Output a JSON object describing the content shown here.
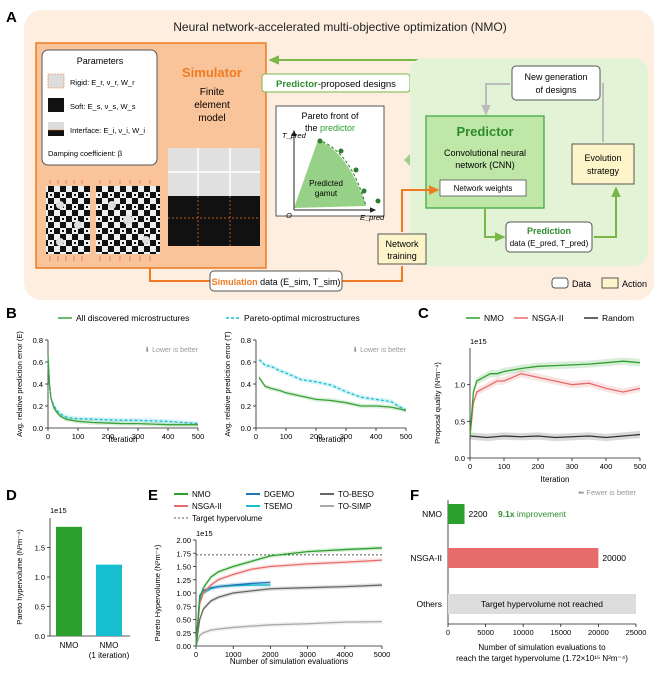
{
  "panelA": {
    "letter": "A",
    "title": "Neural network-accelerated multi-objective optimization (NMO)",
    "params_title": "Parameters",
    "rigid": "Rigid: E_r, ν_r, W_r",
    "soft": "Soft: E_s, ν_s, W_s",
    "interface": "Interface: E_i, ν_i, W_i",
    "damping": "Damping coefficient: β",
    "simulator_title": "Simulator",
    "simulator_sub1": "Finite",
    "simulator_sub2": "element",
    "simulator_sub3": "model",
    "predictor_proposed_a": "Predictor",
    "predictor_proposed_b": "-proposed designs",
    "pareto_l1": "Pareto front of",
    "pareto_l2a": "the ",
    "pareto_l2b": "predictor",
    "t_pred": "T_pred",
    "e_pred": "E_pred",
    "origin": "O",
    "gamut_l1": "Predicted",
    "gamut_l2": "gamut",
    "new_gen_l1": "New generation",
    "new_gen_l2": "of designs",
    "predictor_title": "Predictor",
    "cnn_l1": "Convolutional neural",
    "cnn_l2": "network (CNN)",
    "network_weights": "Network weights",
    "evolution_l1": "Evolution",
    "evolution_l2": "strategy",
    "prediction_l1": "Prediction",
    "prediction_l2": "data (E_pred, T_pred)",
    "network_training_l1": "Network",
    "network_training_l2": "training",
    "simulation_a": "Simulation",
    "simulation_b": " data (E_sim, T_sim)",
    "legend_data": "Data",
    "legend_action": "Action"
  },
  "panelB": {
    "letter": "B",
    "legend_all": "All discovered microstructures",
    "legend_pareto": "Pareto-optimal microstructures",
    "lower_better": "Lower is better",
    "left_ylabel": "Avg. relative prediction error (E)",
    "right_ylabel": "Avg. relative prediction error (T)",
    "xlabel": "Iteration"
  },
  "panelC": {
    "letter": "C",
    "legend": [
      "NMO",
      "NSGA-II",
      "Random"
    ],
    "exponent": "1e15",
    "ylabel": "Proposal quality (N²m⁻⁴)",
    "xlabel": "Iteration"
  },
  "panelD": {
    "letter": "D",
    "exponent": "1e15",
    "ylabel": "Pareto hypervolume (N²m⁻⁴)",
    "label1": "NMO",
    "label2a": "NMO",
    "label2b": "(1 iteration)"
  },
  "panelE": {
    "letter": "E",
    "legend": [
      "NMO",
      "NSGA-II",
      "DGEMO",
      "TSEMO",
      "TO-BESO",
      "TO-SIMP",
      "Target hypervolume"
    ],
    "exponent": "1e15",
    "ylabel": "Pareto Hypervolume (N²m⁻⁴)",
    "xlabel": "Number of simulation evaluations"
  },
  "panelF": {
    "letter": "F",
    "fewer_better": "Fewer is better",
    "improvement_a": "9.1x",
    "improvement_b": " improvement",
    "xlabel_l1": "Number of simulation evaluations to",
    "xlabel_l2": "reach the target hypervolume (1.72×10¹⁵ N²m⁻⁴)",
    "not_reached": "Target hypervolume not reached"
  },
  "colors": {
    "nmo": "#2ca02c",
    "nsga": "#e86b6b",
    "random": "#333333",
    "dgemo": "#1f77b4",
    "tsemo": "#17becf",
    "tobeso": "#666666",
    "tosimp": "#aaaaaa",
    "cyan": "#17becf",
    "green": "#3aa23a",
    "orange": "#ee7b22"
  },
  "chart_data": [
    {
      "id": "B-left",
      "type": "line",
      "xlabel": "Iteration",
      "ylabel": "Avg. relative prediction error (E)",
      "xlim": [
        0,
        500
      ],
      "ylim": [
        0,
        0.8
      ],
      "xticks": [
        0,
        100,
        200,
        300,
        400,
        500
      ],
      "yticks": [
        0.0,
        0.2,
        0.4,
        0.6,
        0.8
      ],
      "annotation": "Lower is better",
      "series": [
        {
          "name": "All discovered microstructures",
          "style": "solid",
          "x": [
            0,
            5,
            10,
            20,
            30,
            40,
            60,
            80,
            100,
            150,
            200,
            250,
            300,
            350,
            400,
            450,
            500
          ],
          "y": [
            0.66,
            0.4,
            0.27,
            0.18,
            0.14,
            0.11,
            0.08,
            0.07,
            0.06,
            0.05,
            0.045,
            0.04,
            0.04,
            0.035,
            0.03,
            0.03,
            0.03
          ]
        },
        {
          "name": "Pareto-optimal microstructures",
          "style": "dashed",
          "x": [
            0,
            5,
            10,
            20,
            30,
            40,
            60,
            80,
            100,
            150,
            200,
            250,
            300,
            350,
            400,
            450,
            500
          ],
          "y": [
            0.6,
            0.38,
            0.27,
            0.2,
            0.16,
            0.13,
            0.1,
            0.09,
            0.085,
            0.08,
            0.075,
            0.07,
            0.07,
            0.065,
            0.06,
            0.05,
            0.04
          ]
        }
      ]
    },
    {
      "id": "B-right",
      "type": "line",
      "xlabel": "Iteration",
      "ylabel": "Avg. relative prediction error (T)",
      "xlim": [
        0,
        500
      ],
      "ylim": [
        0,
        0.8
      ],
      "xticks": [
        0,
        100,
        200,
        300,
        400,
        500
      ],
      "yticks": [
        0.0,
        0.2,
        0.4,
        0.6,
        0.8
      ],
      "annotation": "Lower is better",
      "series": [
        {
          "name": "All discovered microstructures",
          "style": "solid",
          "x": [
            10,
            20,
            30,
            50,
            80,
            100,
            150,
            200,
            250,
            300,
            350,
            400,
            450,
            500
          ],
          "y": [
            0.46,
            0.42,
            0.38,
            0.36,
            0.34,
            0.32,
            0.29,
            0.26,
            0.25,
            0.23,
            0.2,
            0.2,
            0.19,
            0.16
          ]
        },
        {
          "name": "Pareto-optimal microstructures",
          "style": "dashed",
          "x": [
            10,
            20,
            30,
            50,
            80,
            100,
            150,
            200,
            250,
            300,
            350,
            400,
            450,
            500
          ],
          "y": [
            0.62,
            0.6,
            0.57,
            0.56,
            0.52,
            0.5,
            0.44,
            0.42,
            0.39,
            0.33,
            0.28,
            0.26,
            0.24,
            0.16
          ]
        }
      ]
    },
    {
      "id": "C",
      "type": "line",
      "xlabel": "Iteration",
      "ylabel": "Proposal quality (N²m⁻⁴)",
      "ylim_scale": "1e15",
      "xlim": [
        0,
        500
      ],
      "ylim": [
        0,
        1.5
      ],
      "xticks": [
        0,
        100,
        200,
        300,
        400,
        500
      ],
      "yticks": [
        0.0,
        0.5,
        1.0
      ],
      "series": [
        {
          "name": "NMO",
          "x": [
            0,
            10,
            20,
            40,
            60,
            80,
            100,
            150,
            200,
            250,
            300,
            350,
            400,
            450,
            500
          ],
          "y": [
            0.3,
            0.9,
            1.05,
            1.1,
            1.15,
            1.15,
            1.18,
            1.22,
            1.25,
            1.26,
            1.27,
            1.28,
            1.3,
            1.32,
            1.3
          ]
        },
        {
          "name": "NSGA-II",
          "x": [
            0,
            10,
            20,
            40,
            60,
            80,
            100,
            150,
            200,
            250,
            300,
            350,
            400,
            450,
            500
          ],
          "y": [
            0.3,
            0.75,
            0.9,
            0.95,
            1.0,
            1.05,
            1.05,
            1.15,
            1.1,
            1.05,
            1.0,
            1.02,
            0.95,
            0.9,
            0.95
          ]
        },
        {
          "name": "Random",
          "x": [
            0,
            50,
            100,
            150,
            200,
            250,
            300,
            350,
            400,
            450,
            500
          ],
          "y": [
            0.3,
            0.28,
            0.3,
            0.29,
            0.3,
            0.28,
            0.29,
            0.3,
            0.28,
            0.3,
            0.32
          ]
        }
      ]
    },
    {
      "id": "D",
      "type": "bar",
      "ylabel": "Pareto hypervolume (N²m⁻⁴)",
      "ylim_scale": "1e15",
      "ylim": [
        0,
        2.0
      ],
      "yticks": [
        0.0,
        0.5,
        1.0,
        1.5
      ],
      "categories": [
        "NMO",
        "NMO (1 iteration)"
      ],
      "values": [
        1.85,
        1.21
      ]
    },
    {
      "id": "E",
      "type": "line",
      "xlabel": "Number of simulation evaluations",
      "ylabel": "Pareto Hypervolume (N²m⁻⁴)",
      "ylim_scale": "1e15",
      "xlim": [
        0,
        5000
      ],
      "ylim": [
        0,
        2.0
      ],
      "xticks": [
        0,
        1000,
        2000,
        3000,
        4000,
        5000
      ],
      "yticks": [
        0.0,
        0.25,
        0.5,
        0.75,
        1.0,
        1.25,
        1.5,
        1.75,
        2.0
      ],
      "target": 1.72,
      "series": [
        {
          "name": "NMO",
          "x": [
            0,
            100,
            200,
            400,
            600,
            1000,
            1500,
            2000,
            3000,
            4000,
            5000
          ],
          "y": [
            0,
            0.9,
            1.1,
            1.3,
            1.4,
            1.5,
            1.6,
            1.7,
            1.78,
            1.82,
            1.85
          ]
        },
        {
          "name": "NSGA-II",
          "x": [
            0,
            100,
            200,
            400,
            600,
            1000,
            1500,
            2000,
            3000,
            4000,
            5000
          ],
          "y": [
            0,
            0.8,
            1.0,
            1.15,
            1.25,
            1.35,
            1.45,
            1.5,
            1.55,
            1.58,
            1.62
          ]
        },
        {
          "name": "DGEMO",
          "x": [
            0,
            100,
            200,
            400,
            600,
            1000,
            1500,
            2000
          ],
          "y": [
            0,
            0.95,
            1.05,
            1.1,
            1.12,
            1.15,
            1.18,
            1.2
          ]
        },
        {
          "name": "TSEMO",
          "x": [
            0,
            100,
            200,
            400,
            600,
            1000,
            1500,
            2000
          ],
          "y": [
            0,
            0.85,
            1.0,
            1.08,
            1.12,
            1.14,
            1.15,
            1.15
          ]
        },
        {
          "name": "TO-BESO",
          "x": [
            0,
            100,
            200,
            400,
            600,
            1000,
            2000,
            3000,
            4000,
            5000
          ],
          "y": [
            0,
            0.5,
            0.7,
            0.85,
            0.92,
            1.0,
            1.08,
            1.1,
            1.12,
            1.15
          ]
        },
        {
          "name": "TO-SIMP",
          "x": [
            0,
            100,
            200,
            400,
            600,
            1000,
            2000,
            3000,
            4000,
            5000
          ],
          "y": [
            0,
            0.2,
            0.25,
            0.3,
            0.32,
            0.35,
            0.4,
            0.42,
            0.45,
            0.46
          ]
        }
      ]
    },
    {
      "id": "F",
      "type": "bar",
      "orientation": "horizontal",
      "xlabel": "Number of simulation evaluations to reach the target hypervolume (1.72×10¹⁵ N²m⁻⁴)",
      "xlim": [
        0,
        25000
      ],
      "xticks": [
        0,
        5000,
        10000,
        15000,
        20000,
        25000
      ],
      "categories": [
        "NMO",
        "NSGA-II",
        "Others"
      ],
      "values": [
        2200,
        20000,
        null
      ],
      "value_labels": [
        "2200",
        "20000",
        ""
      ],
      "annotations": [
        "9.1x improvement",
        "Fewer is better",
        "Target hypervolume not reached"
      ]
    }
  ]
}
